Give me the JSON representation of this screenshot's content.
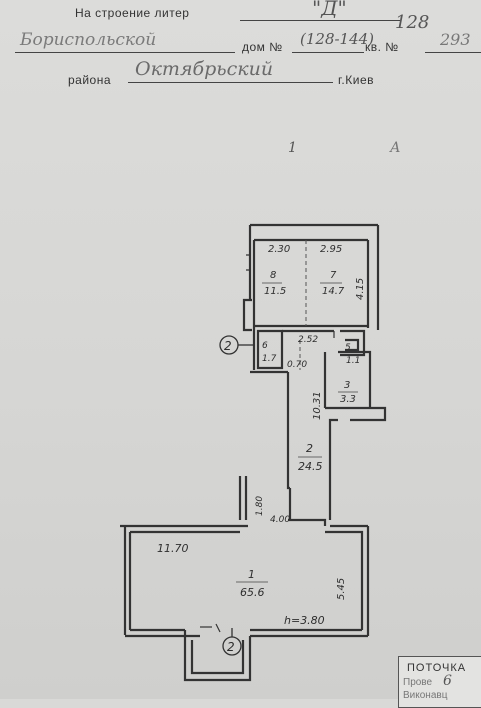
{
  "header": {
    "line1_label": "На строение литер",
    "line1_value": "\"Д\"",
    "street_hand": "Бориспольской",
    "house_label": "дом №",
    "house_value": "(128-144)",
    "house_note": "128",
    "apt_label": "кв. №",
    "apt_value": "293",
    "district_label": "района",
    "district_value": "Октябрьский",
    "city_label": "г.Киев"
  },
  "sheet_marks": {
    "mark_1": "1",
    "mark_a": "А"
  },
  "plan": {
    "section_marker": "2",
    "rooms": [
      {
        "num": "8",
        "area": "11.5"
      },
      {
        "num": "7",
        "area": "14.7"
      },
      {
        "num": "6",
        "area": "1.7"
      },
      {
        "num": "5",
        "area": "1.1"
      },
      {
        "num": "3",
        "area": "3.3"
      },
      {
        "num": "2",
        "area": "24.5"
      },
      {
        "num": "1",
        "area": "65.6"
      }
    ],
    "dimensions": {
      "d_230": "2.30",
      "d_295": "2.95",
      "d_415": "4.15",
      "d_252": "2.52",
      "d_070": "0.70",
      "d_1031": "10.31",
      "d_180": "1.80",
      "d_400": "4.00",
      "d_1170": "11.70",
      "d_545": "5.45",
      "height": "h=3.80"
    }
  },
  "stamp": {
    "title": "ПОТОЧКА",
    "row1": "Прове",
    "row1_hand": "6",
    "row2": "Виконавц"
  }
}
